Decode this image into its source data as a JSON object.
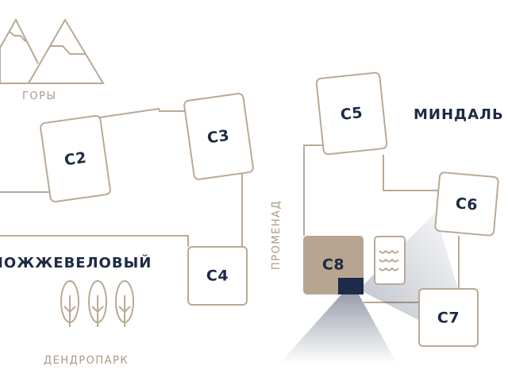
{
  "buildings": [
    {
      "id": "c2",
      "label": "С2"
    },
    {
      "id": "c3",
      "label": "С3"
    },
    {
      "id": "c4",
      "label": "С4"
    },
    {
      "id": "c5",
      "label": "С5"
    },
    {
      "id": "c6",
      "label": "С6"
    },
    {
      "id": "c7",
      "label": "С7"
    },
    {
      "id": "c8",
      "label": "С8",
      "selected": true
    }
  ],
  "zones": {
    "mountains": "ГОРЫ",
    "almond": "МИНДАЛЬ",
    "juniper": "МОЖЖЕВЕЛОВЫЙ",
    "dendropark": "ДЕНДРОПАРК",
    "promenade": "ПРОМЕНАД"
  },
  "icons": [
    "mountains-icon",
    "trees-icon",
    "pool-icon",
    "view-direction-cone"
  ],
  "colors": {
    "line": "#b9a996",
    "selected": "#b8a590",
    "accent": "#1d2a4a",
    "text": "#1d2a44"
  }
}
